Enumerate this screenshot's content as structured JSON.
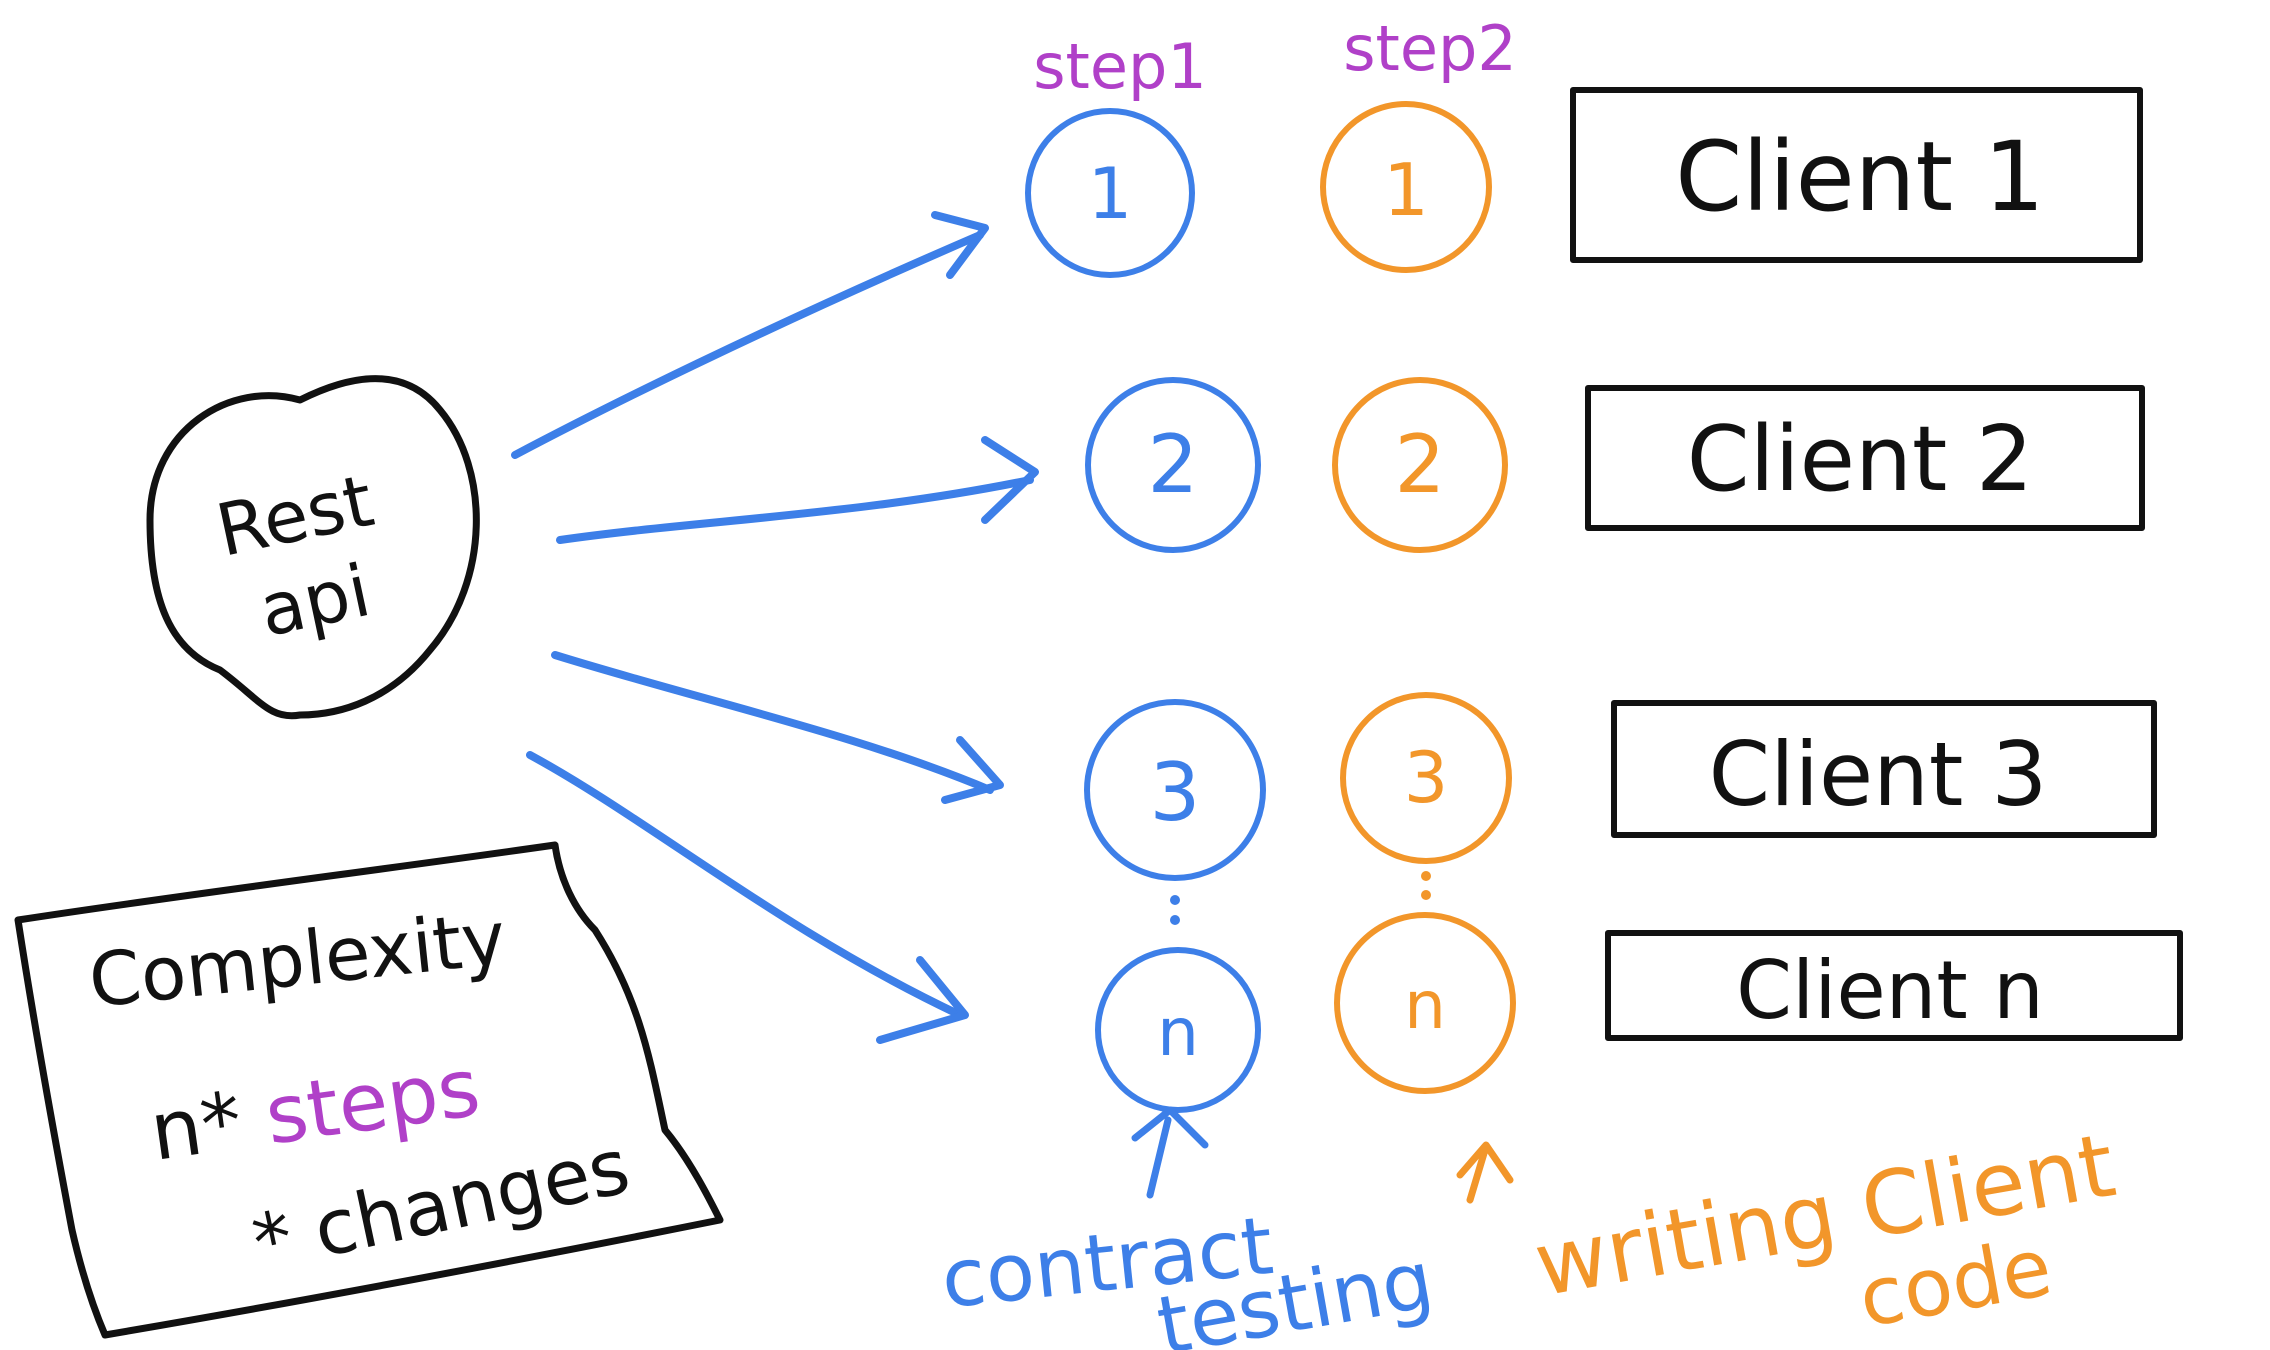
{
  "colors": {
    "ink": "#111111",
    "blue": "#3d7fe8",
    "orange": "#f2962a",
    "purple": "#b040c8"
  },
  "source": {
    "line1": "Rest",
    "line2": "api"
  },
  "step_labels": {
    "step1": "step1",
    "step2": "step2"
  },
  "rows": [
    {
      "step1": "1",
      "step2": "1",
      "client": "Client 1"
    },
    {
      "step1": "2",
      "step2": "2",
      "client": "Client 2"
    },
    {
      "step1": "3",
      "step2": "3",
      "client": "Client 3"
    },
    {
      "step1": "n",
      "step2": "n",
      "client": "Client n"
    }
  ],
  "complexity": {
    "title": "Complexity",
    "n_prefix": "n*",
    "steps": "steps",
    "changes": "* changes"
  },
  "annotations": {
    "contract_line1": "contract",
    "contract_line2": "testing",
    "client_code_line1": "writing Client",
    "client_code_line2": "code"
  }
}
